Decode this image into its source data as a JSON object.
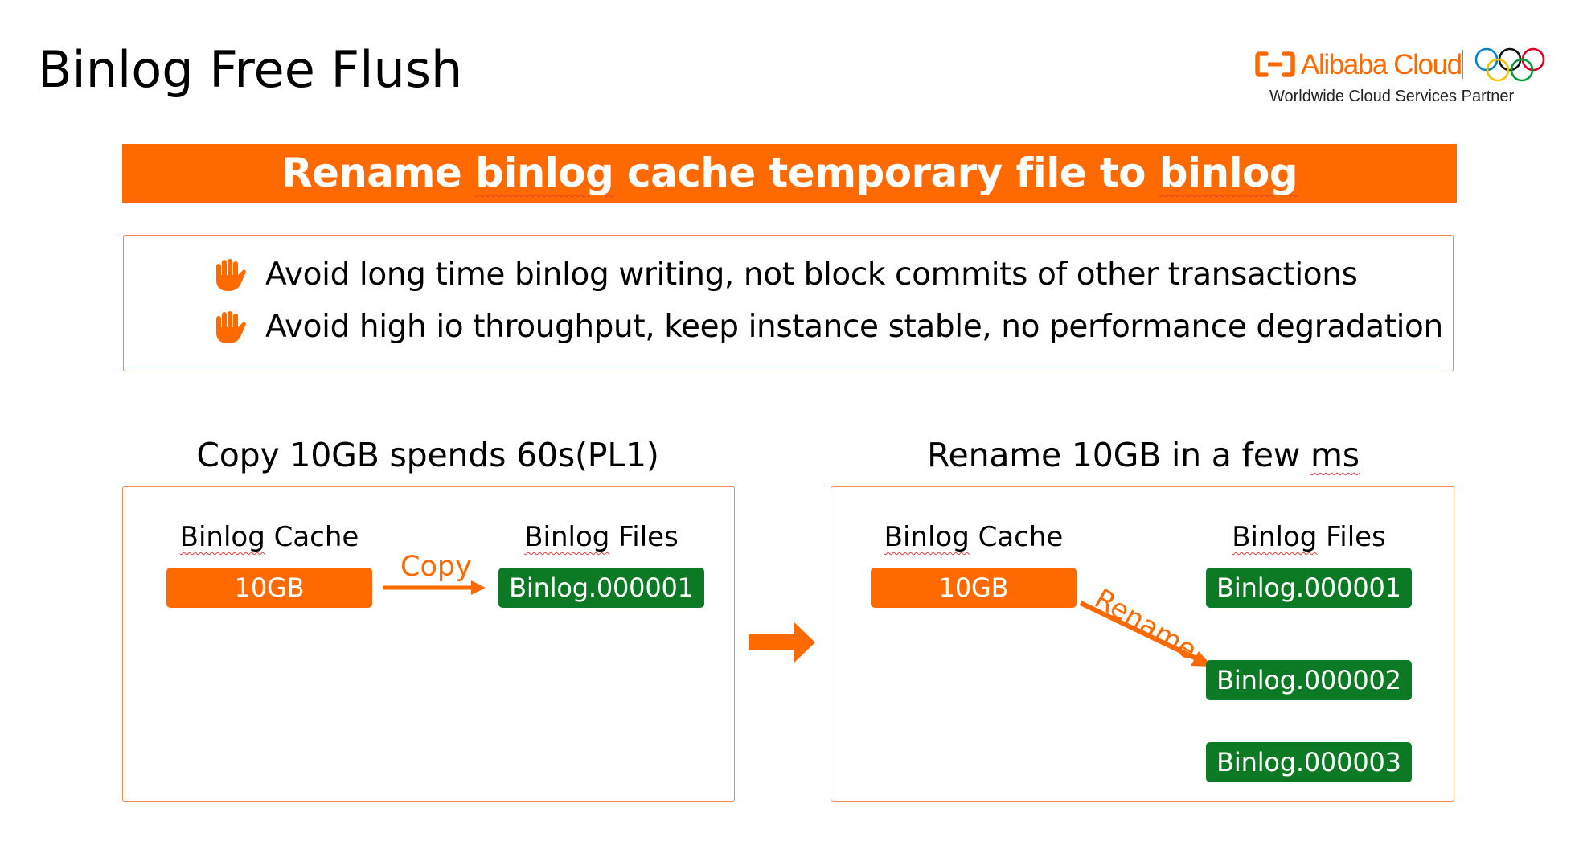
{
  "slide": {
    "title": "Binlog Free Flush"
  },
  "logo": {
    "brand": "Alibaba Cloud",
    "tagline": "Worldwide Cloud Services Partner"
  },
  "banner": {
    "word1": "Rename ",
    "word2": "binlog",
    "word3": " cache temporary file to ",
    "word4": "binlog"
  },
  "benefits": [
    "Avoid long time binlog writing, not block commits of other transactions",
    "Avoid high io throughput, keep instance stable, no performance degradation"
  ],
  "copy_section": {
    "title": "Copy 10GB spends 60s(PL1)",
    "cache_label_a": "Binlog",
    "cache_label_b": " Cache",
    "files_label_a": "Binlog",
    "files_label_b": " Files",
    "cache_value": "10GB",
    "action": "Copy",
    "files": [
      "Binlog.000001"
    ]
  },
  "rename_section": {
    "title_a": "Rename 10GB in a few ",
    "title_b": "ms",
    "cache_label_a": "Binlog",
    "cache_label_b": " Cache",
    "files_label_a": "Binlog",
    "files_label_b": " Files",
    "cache_value": "10GB",
    "action": "Rename",
    "files": [
      "Binlog.000001",
      "Binlog.000002",
      "Binlog.000003"
    ]
  },
  "colors": {
    "accent": "#ff6a00",
    "file_box": "#0c7a24",
    "panel_border": "#f08a4b"
  },
  "icons": {
    "bullet": "raised-hand-icon",
    "between_panels": "arrow-right-icon"
  }
}
